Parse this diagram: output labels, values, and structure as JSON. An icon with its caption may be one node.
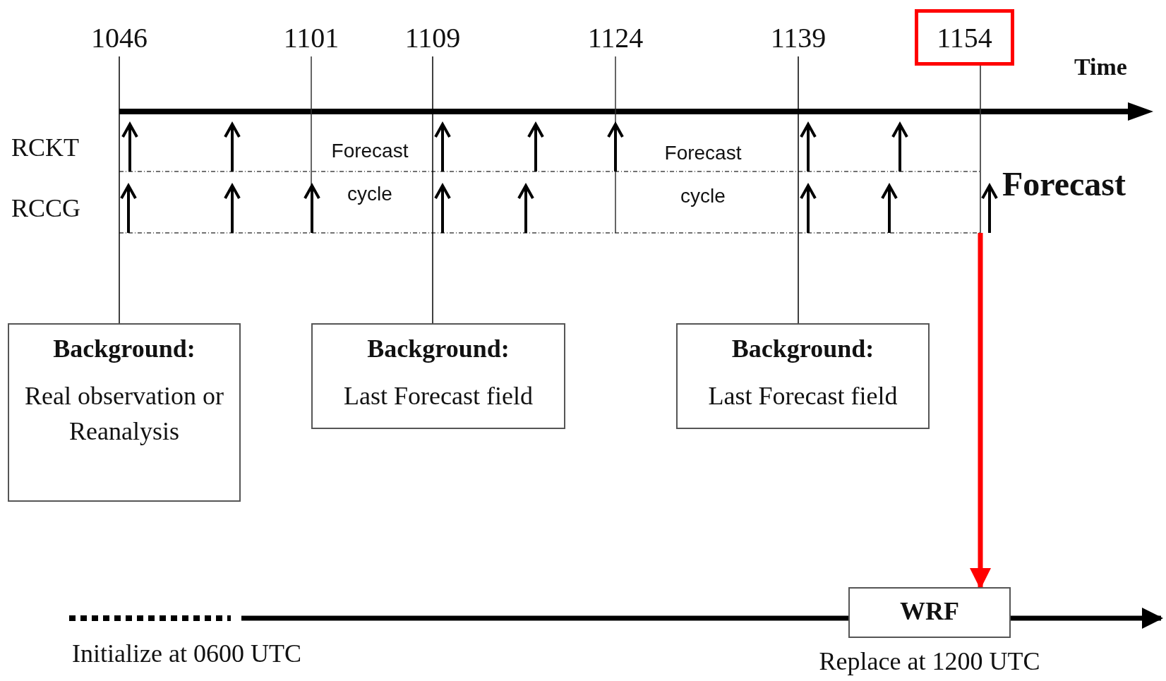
{
  "diagram": {
    "nodes": [
      {
        "text": [
          "1046"
        ]
      },
      {
        "text": [
          "1101"
        ]
      },
      {
        "text": [
          "1109"
        ]
      },
      {
        "text": [
          "1124"
        ]
      },
      {
        "text": [
          "1139"
        ]
      },
      {
        "text": [
          "1154"
        ]
      },
      {
        "text": [
          "Background:",
          "Real observation or Reanalysis"
        ]
      },
      {
        "text": [
          "Background:",
          "Last Forecast field"
        ]
      },
      {
        "text": [
          "Background:",
          "Last Forecast field"
        ]
      },
      {
        "text": [
          "WRF"
        ],
        "beside": [
          "Replace at 1200 UTC"
        ]
      }
    ],
    "edges": [
      {
        "from": 0,
        "to": 6,
        "arrow": "none"
      },
      {
        "from": 2,
        "to": 7,
        "arrow": "none"
      },
      {
        "from": 4,
        "to": 8,
        "arrow": "none"
      },
      {
        "from": 5,
        "to": 9,
        "arrow": "to",
        "style": "thick",
        "color": "#ff0000"
      },
      {
        "from": null,
        "to": 9,
        "arrow": "none",
        "style": "thick"
      },
      {
        "from": 9,
        "to": null,
        "arrow": "to",
        "style": "thick"
      }
    ],
    "labels": [
      "Time",
      "RCKT",
      "RCCG",
      "Forecast cycle",
      "Forecast cycle",
      "Forecast",
      "Initialize at 0600 UTC"
    ]
  }
}
